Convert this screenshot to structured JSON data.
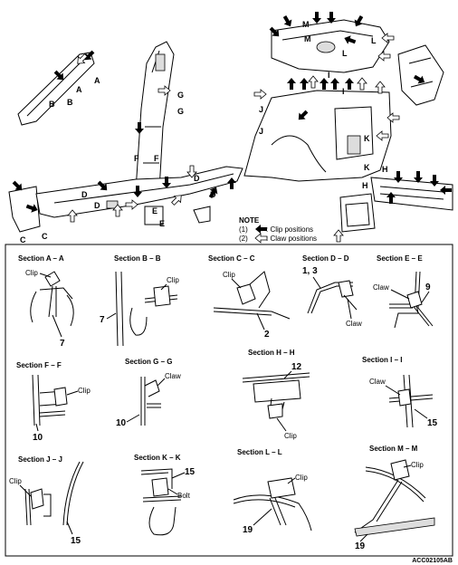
{
  "overview": {
    "callouts": [
      "A",
      "A",
      "B",
      "B",
      "C",
      "C",
      "D",
      "D",
      "D",
      "D",
      "E",
      "E",
      "F",
      "F",
      "G",
      "G",
      "H",
      "H",
      "I",
      "I",
      "J",
      "J",
      "K",
      "K",
      "L",
      "L",
      "M",
      "M"
    ]
  },
  "note": {
    "title": "NOTE",
    "item1": "(1)",
    "item1_text": ": Clip positions",
    "item2": "(2)",
    "item2_text": ": Claw positions"
  },
  "sections": [
    {
      "title": "Section A – A",
      "labels": [
        "Clip",
        "7"
      ]
    },
    {
      "title": "Section B – B",
      "labels": [
        "Clip",
        "7"
      ]
    },
    {
      "title": "Section C – C",
      "labels": [
        "Clip",
        "2"
      ]
    },
    {
      "title": "Section D – D",
      "labels": [
        "1, 3",
        "Claw"
      ]
    },
    {
      "title": "Section E – E",
      "labels": [
        "Claw",
        "9"
      ]
    },
    {
      "title": "Section F – F",
      "labels": [
        "Clip",
        "10"
      ]
    },
    {
      "title": "Section G – G",
      "labels": [
        "Claw",
        "10"
      ]
    },
    {
      "title": "Section H – H",
      "labels": [
        "12",
        "Clip"
      ]
    },
    {
      "title": "Section I – I",
      "labels": [
        "Claw",
        "15"
      ]
    },
    {
      "title": "Section J – J",
      "labels": [
        "Clip",
        "15"
      ]
    },
    {
      "title": "Section K – K",
      "labels": [
        "15",
        "Bolt"
      ]
    },
    {
      "title": "Section L – L",
      "labels": [
        "Clip",
        "19"
      ]
    },
    {
      "title": "Section M – M",
      "labels": [
        "Clip",
        "19"
      ]
    }
  ],
  "figure_code": "ACC02105AB",
  "icons": {
    "solid_arrow": "clip-position-arrow-icon",
    "outline_arrow": "claw-position-arrow-icon"
  }
}
